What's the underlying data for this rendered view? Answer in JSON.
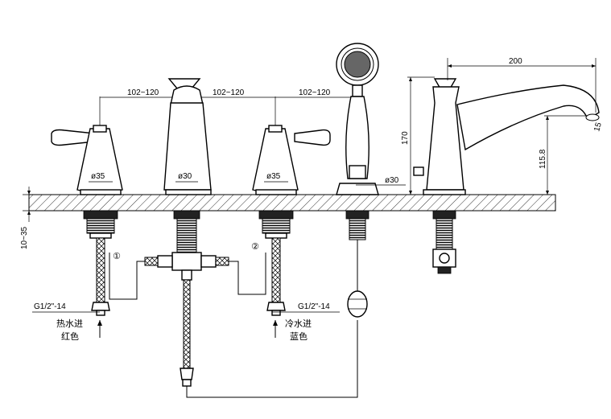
{
  "dimensions": {
    "spacing_1": "102~120",
    "spacing_2": "102~120",
    "spacing_3": "102~120",
    "spout_reach": "200",
    "spout_height_total": "170",
    "spout_outlet_height": "115.8",
    "spout_tip": "15",
    "deck_thickness": "10~35",
    "dia_left_valve": "ø35",
    "dia_center": "ø30",
    "dia_right_valve": "ø35",
    "dia_handshower": "ø30"
  },
  "callouts": {
    "num_1": "①",
    "num_2": "②"
  },
  "inlets": {
    "hot": {
      "thread": "G1/2\"-14",
      "label": "热水进",
      "color": "红色"
    },
    "cold": {
      "thread": "G1/2\"-14",
      "label": "冷水进",
      "color": "蓝色"
    }
  }
}
